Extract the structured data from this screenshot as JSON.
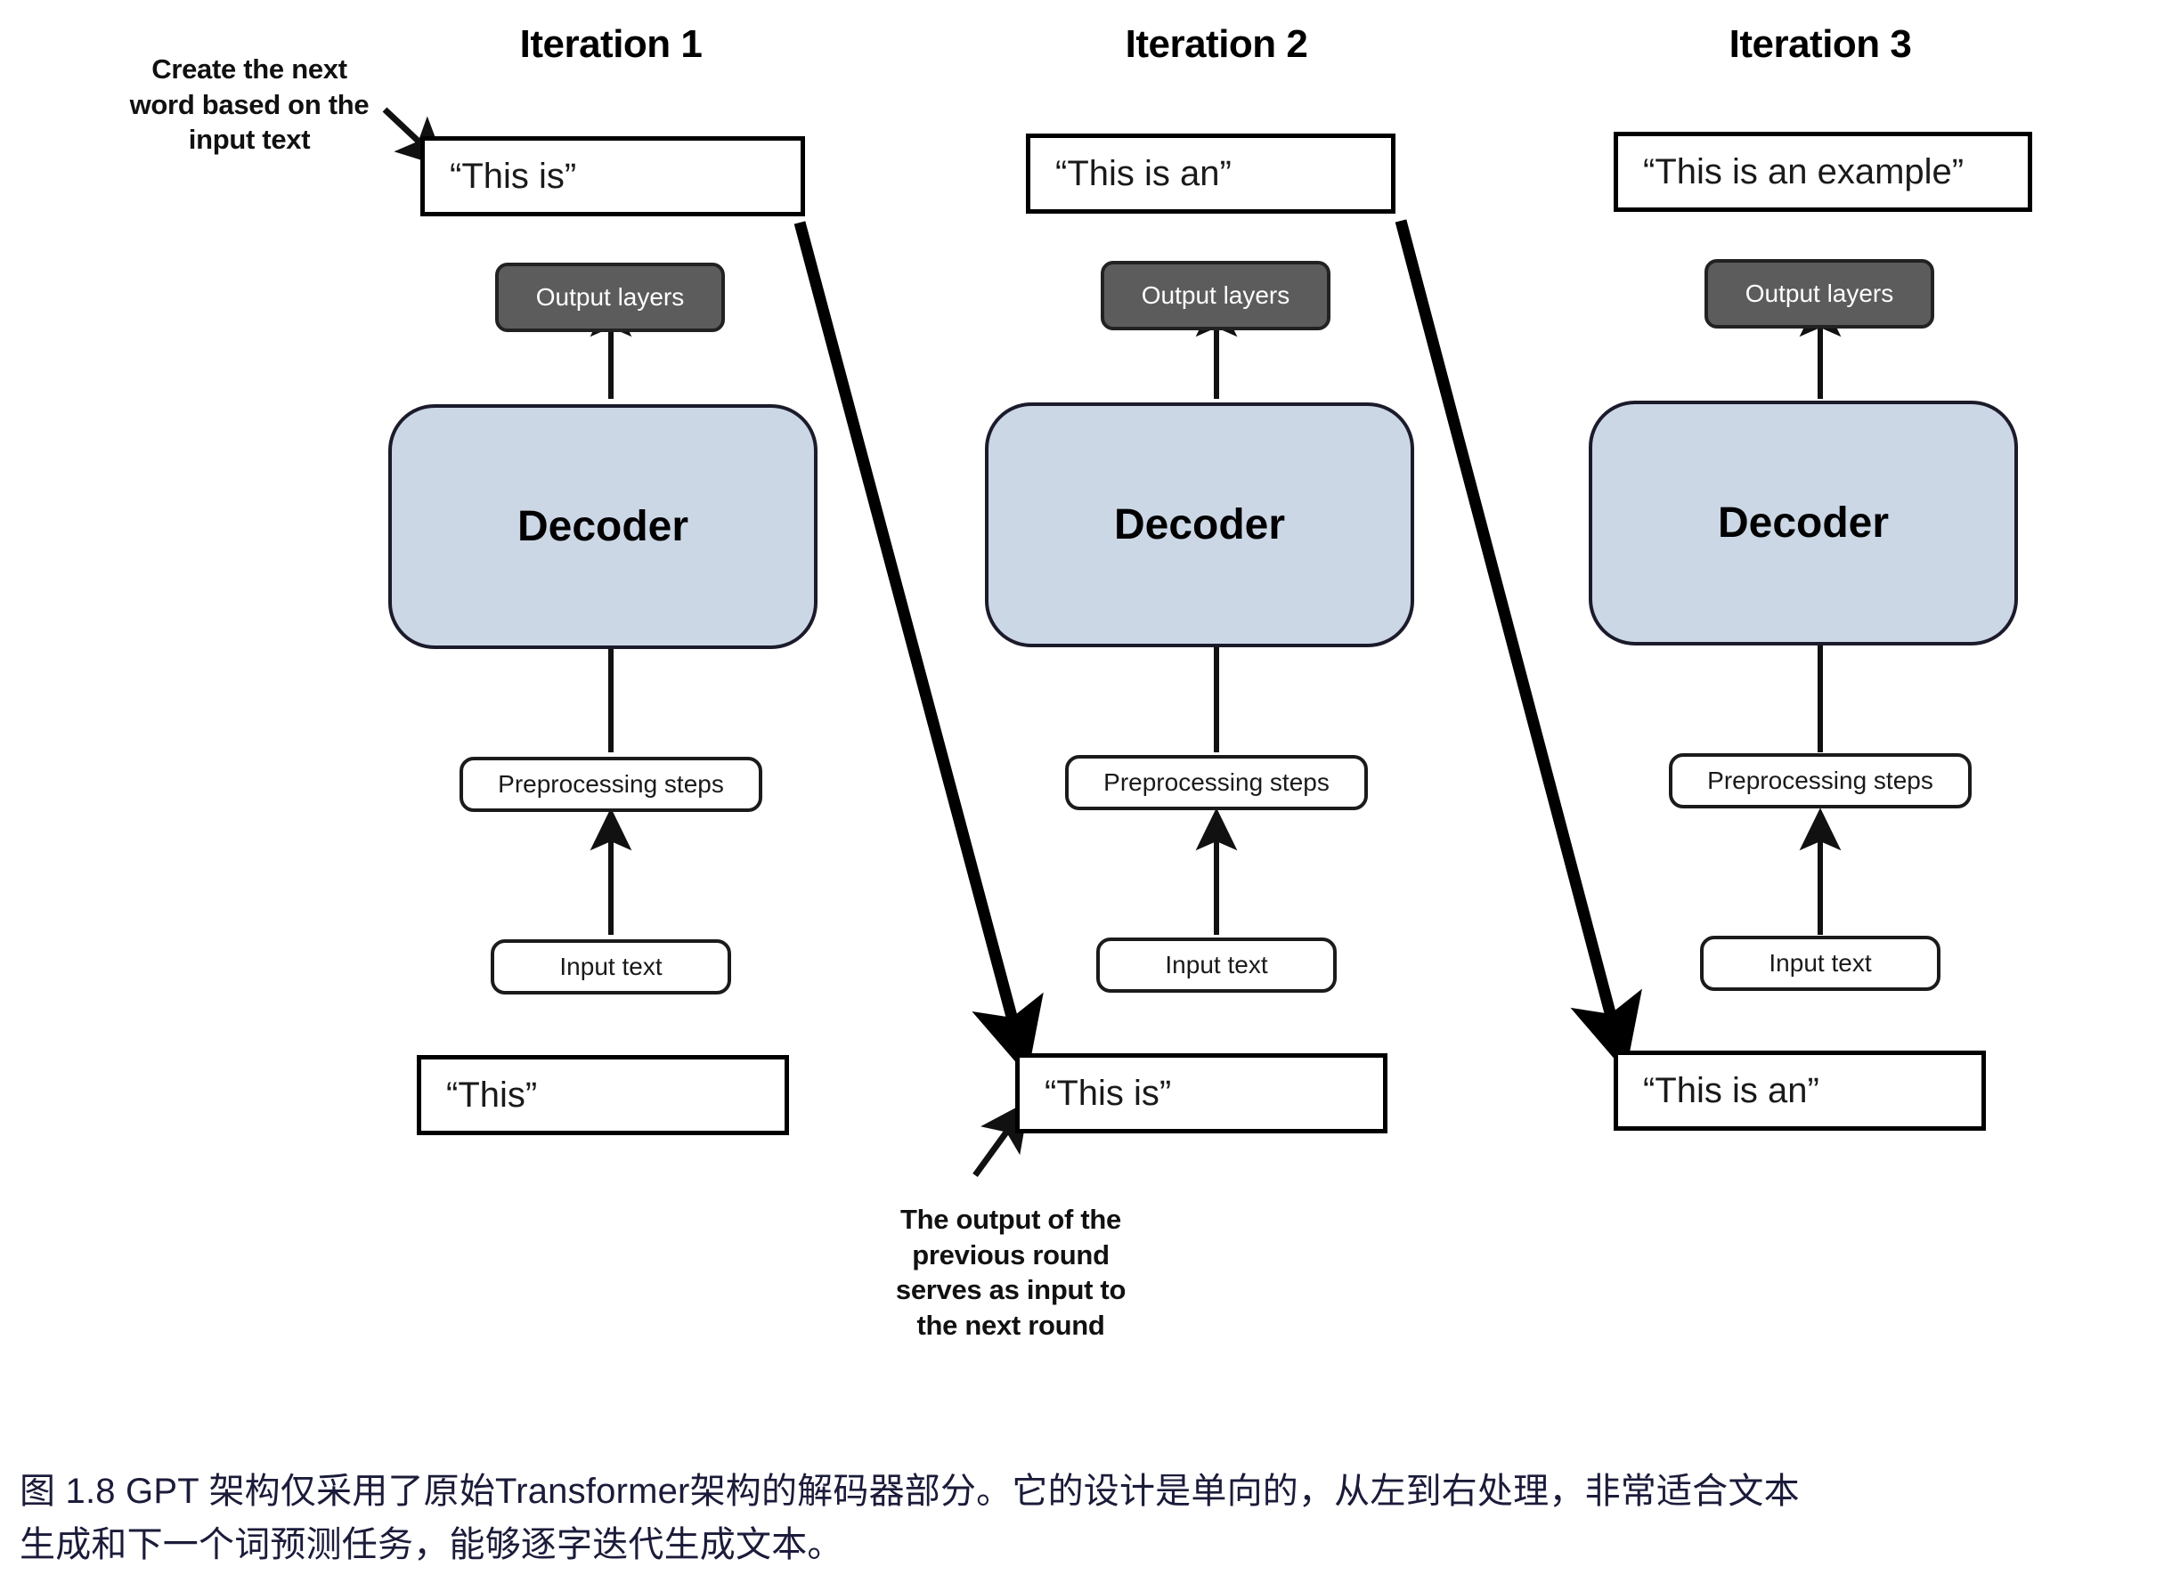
{
  "figure": {
    "caption_line1": "图 1.8  GPT 架构仅采用了原始Transformer架构的解码器部分。它的设计是单向的，从左到右处理，非常适合文本",
    "caption_line2": "生成和下一个词预测任务，能够逐字迭代生成文本。"
  },
  "annotations": {
    "top_left": {
      "line1": "Create the next",
      "line2": "word based on the",
      "line3": "input text"
    },
    "bottom_middle": {
      "line1": "The output of the",
      "line2": "previous round",
      "line3": "serves as input to",
      "line4": "the next round"
    }
  },
  "shared_labels": {
    "output_layers": "Output layers",
    "decoder": "Decoder",
    "preprocessing_steps": "Preprocessing steps",
    "input_text": "Input text"
  },
  "colors": {
    "decoder_fill": "#ccd7e6",
    "output_layers_fill": "#5c5c5c",
    "stroke": "#000000",
    "caption_text": "#1b1b3a"
  },
  "iterations": [
    {
      "title": "Iteration 1",
      "output_box": "“This is”",
      "input_box": "“This”",
      "output_layers": "Output layers",
      "decoder": "Decoder",
      "preprocessing_steps": "Preprocessing steps",
      "input_text": "Input text"
    },
    {
      "title": "Iteration 2",
      "output_box": "“This is an”",
      "input_box": "“This is”",
      "output_layers": "Output layers",
      "decoder": "Decoder",
      "preprocessing_steps": "Preprocessing steps",
      "input_text": "Input text"
    },
    {
      "title": "Iteration 3",
      "output_box": "“This is an example”",
      "input_box": "“This is an”",
      "output_layers": "Output layers",
      "decoder": "Decoder",
      "preprocessing_steps": "Preprocessing steps",
      "input_text": "Input text"
    }
  ]
}
